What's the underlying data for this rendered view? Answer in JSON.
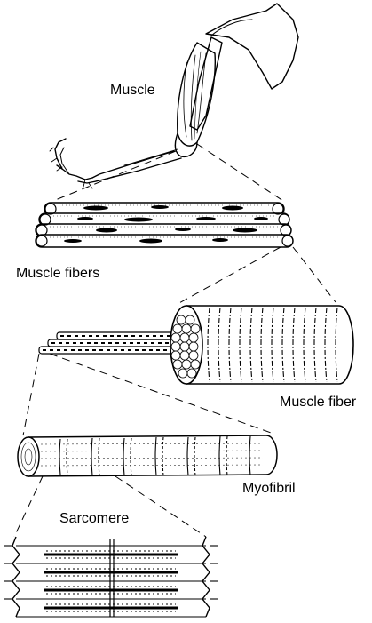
{
  "labels": {
    "muscle": "Muscle",
    "muscle_fibers": "Muscle fibers",
    "muscle_fiber": "Muscle fiber",
    "myofibril": "Myofibril",
    "sarcomere": "Sarcomere"
  },
  "colors": {
    "ink": "#000000",
    "paper": "#ffffff"
  }
}
